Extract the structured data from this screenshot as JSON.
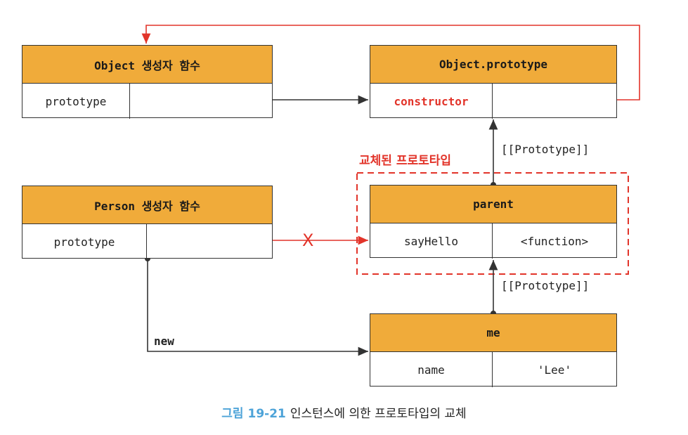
{
  "boxes": {
    "object_ctor": {
      "title": "Object 생성자 함수",
      "left": "prototype",
      "right": ""
    },
    "object_proto": {
      "title": "Object.prototype",
      "left": "constructor",
      "right": ""
    },
    "person_ctor": {
      "title": "Person 생성자 함수",
      "left": "prototype",
      "right": ""
    },
    "parent": {
      "title": "parent",
      "left": "sayHello",
      "right": "<function>"
    },
    "me": {
      "title": "me",
      "left": "name",
      "right": "'Lee'"
    }
  },
  "labels": {
    "prototype_link_top": "[[Prototype]]",
    "prototype_link_bottom": "[[Prototype]]",
    "new": "new",
    "replaced_prototype": "교체된 프로토타입",
    "cross": "X"
  },
  "caption": {
    "number": "그림 19-21",
    "text": "인스턴스에 의한 프로토타입의 교체"
  },
  "colors": {
    "header": "#f0ab3a",
    "accent_red": "#e2342a",
    "caption_blue": "#4da3d8"
  }
}
